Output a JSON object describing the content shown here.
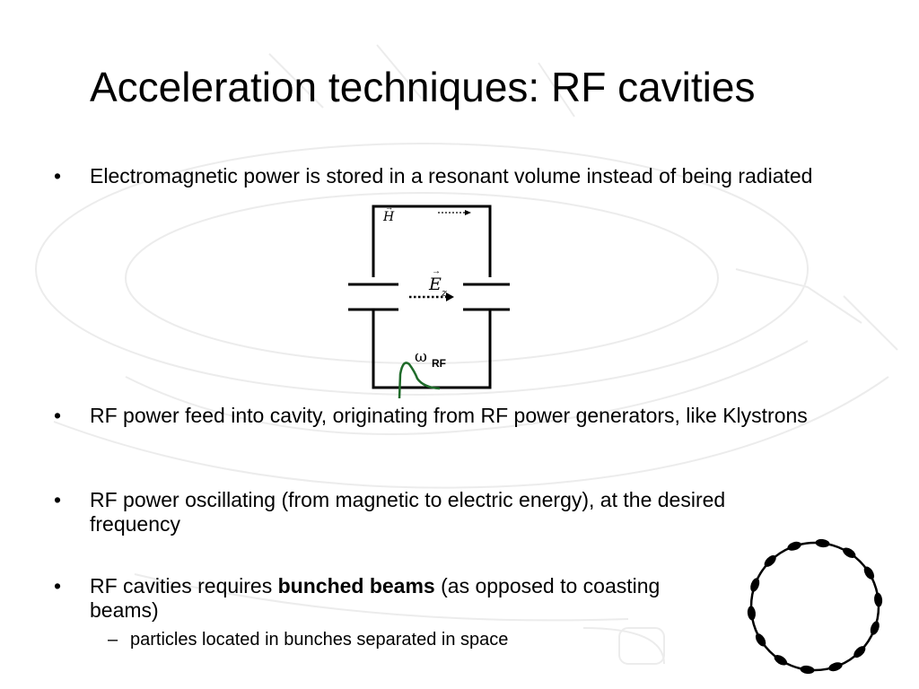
{
  "slide": {
    "title": "Acceleration techniques: RF cavities",
    "bullet_symbol": "•",
    "sub_bullet_symbol": "–",
    "bullets": [
      {
        "text": "Electromagnetic power is stored in a resonant volume instead of being radiated"
      },
      {
        "text": "RF power feed into cavity, originating from RF power generators, like Klystrons"
      },
      {
        "text": "RF power oscillating (from magnetic to electric energy), at the desired frequency"
      },
      {
        "before": "RF cavities requires ",
        "bold": "bunched beams",
        "after": " (as opposed to coasting beams)"
      }
    ],
    "sub_bullet": "particles located in bunches separated in space"
  },
  "cavity_diagram": {
    "h_field_label": "H",
    "e_field_label": "E",
    "e_field_subscript": "z",
    "vector_arrow": "→",
    "omega_symbol": "ω",
    "omega_subscript": "RF",
    "colors": {
      "walls": "#000000",
      "rf_feed": "#1f6b2a"
    }
  },
  "bunch_ring": {
    "bunch_count": 14,
    "colors": {
      "ring": "#000000",
      "bunch": "#000000"
    }
  }
}
